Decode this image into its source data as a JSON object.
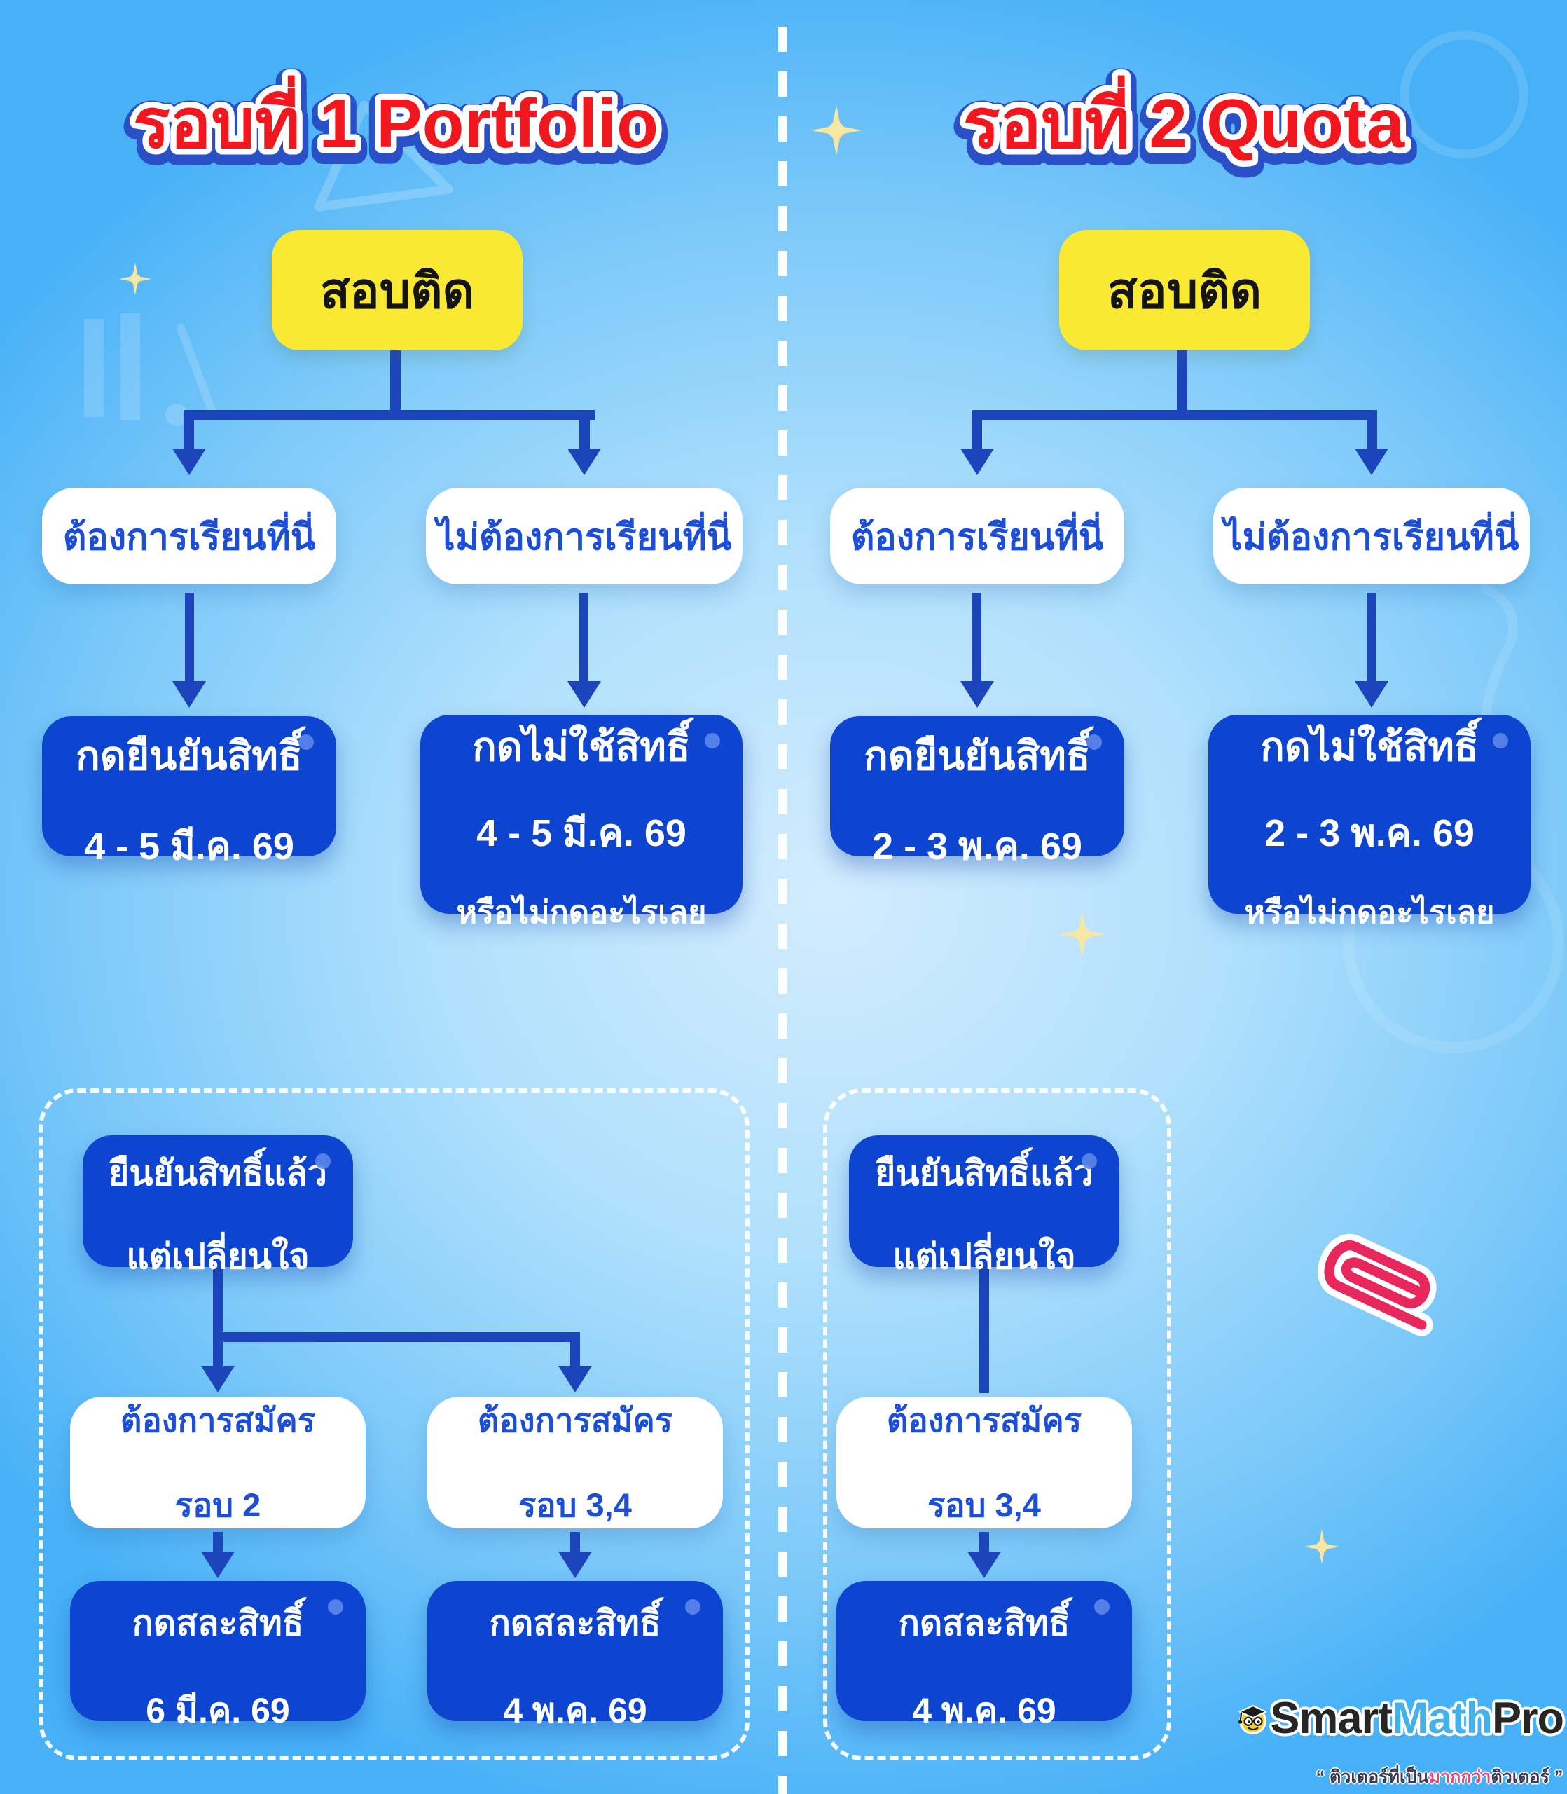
{
  "palette": {
    "background_blue": "#47b1f7",
    "background_light": "#cdeafd",
    "card_blue": "#0d45d1",
    "card_yellow": "#fae932",
    "condition_text_blue": "#1d4fd6",
    "connector_blue": "#1d45bb",
    "title_red": "#f2161f",
    "title_outline_blue": "#2a50c8",
    "sparkle_yellow": "#f8e7a2",
    "paperclip_pink": "#e8285c"
  },
  "columns": [
    {
      "title": "รอบที่ 1 Portfolio",
      "start_label": "สอบติด",
      "branches": [
        {
          "condition": "ต้องการเรียนที่นี่",
          "action_title": "กดยืนยันสิทธิ์",
          "action_date": "4 - 5 มี.ค. 69"
        },
        {
          "condition": "ไม่ต้องการเรียนที่นี่",
          "action_title": "กดไม่ใช้สิทธิ์",
          "action_date": "4 - 5 มี.ค. 69",
          "action_note": "หรือไม่กดอะไรเลย"
        }
      ],
      "changed_mind": {
        "header_line1": "ยืนยันสิทธิ์แล้ว",
        "header_line2": "แต่เปลี่ยนใจ",
        "options": [
          {
            "condition_line1": "ต้องการสมัคร",
            "condition_line2": "รอบ 2",
            "action_title": "กดสละสิทธิ์",
            "action_date": "6 มี.ค. 69"
          },
          {
            "condition_line1": "ต้องการสมัคร",
            "condition_line2": "รอบ 3,4",
            "action_title": "กดสละสิทธิ์",
            "action_date": "4 พ.ค. 69"
          }
        ]
      }
    },
    {
      "title": "รอบที่ 2 Quota",
      "start_label": "สอบติด",
      "branches": [
        {
          "condition": "ต้องการเรียนที่นี่",
          "action_title": "กดยืนยันสิทธิ์",
          "action_date": "2 - 3 พ.ค. 69"
        },
        {
          "condition": "ไม่ต้องการเรียนที่นี่",
          "action_title": "กดไม่ใช้สิทธิ์",
          "action_date": "2 - 3 พ.ค. 69",
          "action_note": "หรือไม่กดอะไรเลย"
        }
      ],
      "changed_mind": {
        "header_line1": "ยืนยันสิทธิ์แล้ว",
        "header_line2": "แต่เปลี่ยนใจ",
        "options": [
          {
            "condition_line1": "ต้องการสมัคร",
            "condition_line2": "รอบ 3,4",
            "action_title": "กดสละสิทธิ์",
            "action_date": "4 พ.ค. 69"
          }
        ]
      }
    }
  ],
  "logo": {
    "brand_smart": "Smart",
    "brand_math": "Math",
    "brand_pro": "Pro",
    "tagline_prefix": "“ ติวเตอร์ที่เป็น",
    "tagline_highlight": "มากกว่า",
    "tagline_suffix": "ติวเตอร์ ”"
  }
}
